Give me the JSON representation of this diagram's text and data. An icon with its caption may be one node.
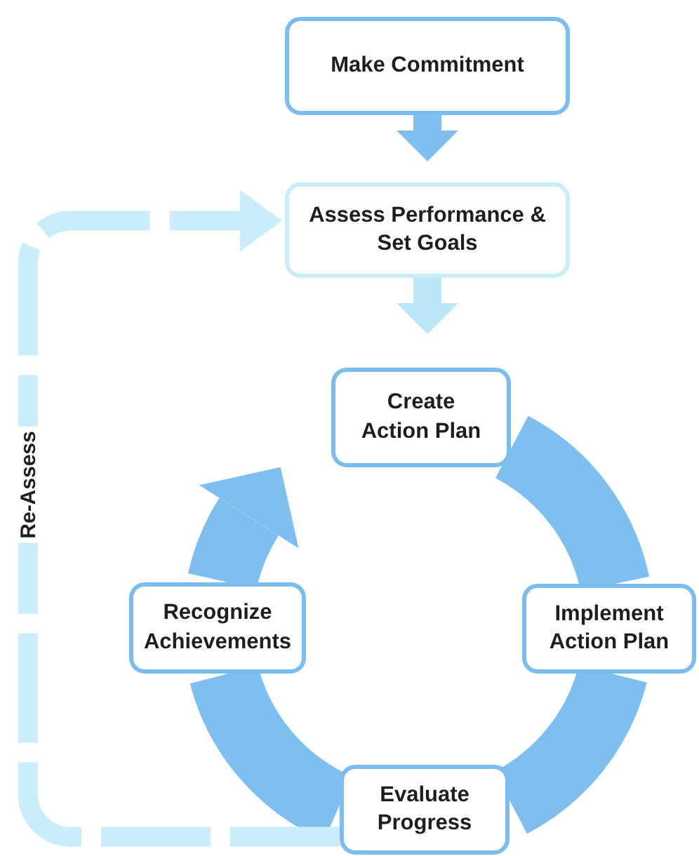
{
  "diagram": {
    "nodes": [
      {
        "text": [
          "Make Commitment"
        ]
      },
      {
        "text": [
          "Assess Performance & Set Goals"
        ]
      },
      {
        "text": [
          "Create Action Plan"
        ]
      },
      {
        "text": [
          "Implement Action Plan"
        ]
      },
      {
        "text": [
          "Evaluate Progress"
        ]
      },
      {
        "text": [
          "Recognize Achievements"
        ]
      }
    ],
    "edges": [
      {
        "from": 0,
        "to": 1,
        "arrow": "to"
      },
      {
        "from": 1,
        "to": 2,
        "arrow": "to",
        "color": "#bde6f8"
      },
      {
        "from": 2,
        "to": 3,
        "arrow": "none"
      },
      {
        "from": 3,
        "to": 4,
        "arrow": "none"
      },
      {
        "from": 4,
        "to": 5,
        "arrow": "none"
      },
      {
        "from": 5,
        "to": 2,
        "arrow": "to"
      },
      {
        "from": 4,
        "to": 1,
        "arrow": "to",
        "label": "Re-Assess",
        "style": "dashed",
        "color": "#c9edfa"
      }
    ]
  }
}
